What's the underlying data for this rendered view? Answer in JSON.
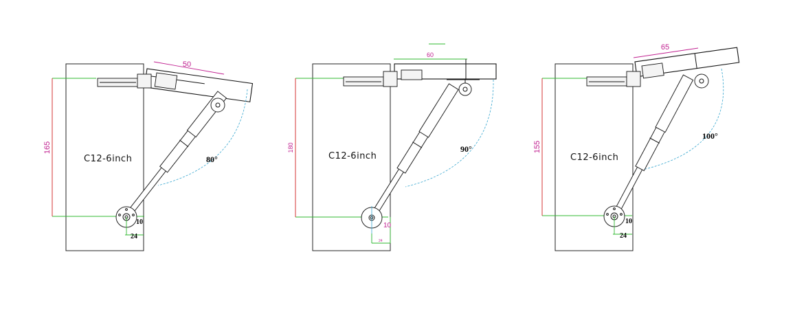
{
  "diagrams": [
    {
      "model_label": "C12-6inch",
      "height_dim": "165",
      "lid_dim": "50",
      "angle": "80°",
      "offset_v": "10",
      "offset_h": "24"
    },
    {
      "model_label": "C12-6inch",
      "height_dim": "180",
      "lid_dim": "60",
      "angle": "90°",
      "offset_v": "10",
      "offset_h": "24"
    },
    {
      "model_label": "C12-6inch",
      "height_dim": "155",
      "lid_dim": "65",
      "angle": "100°",
      "offset_v": "10",
      "offset_h": "24"
    }
  ],
  "colors": {
    "dimension": "#c02090",
    "reference_line": "#2fb82f",
    "height_line": "#d02020",
    "arc": "#36a6cf",
    "outline": "#222222"
  }
}
